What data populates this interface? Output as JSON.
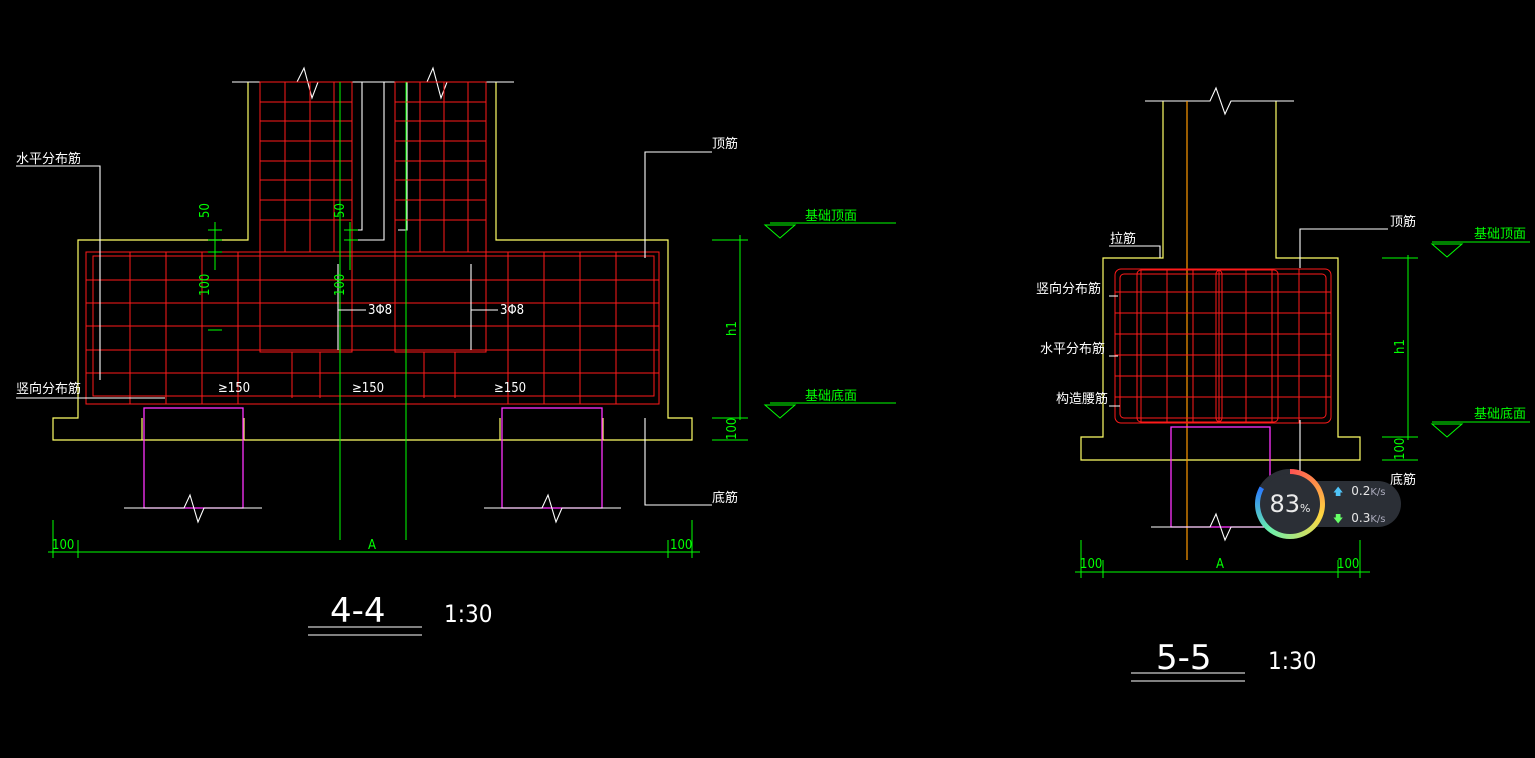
{
  "section_44": {
    "labels": {
      "horizontal_bar": "水平分布筋",
      "vertical_bar": "竖向分布筋",
      "top_bar": "顶筋",
      "bottom_bar": "底筋",
      "foundation_top": "基础顶面",
      "foundation_bottom": "基础底面"
    },
    "dims": {
      "d50_left": "50",
      "d50_mid": "50",
      "d100_left": "100",
      "d100_mid": "100",
      "bars_left": "3Φ8",
      "bars_right": "3Φ8",
      "ge150_left": "≥150",
      "ge150_mid": "≥150",
      "ge150_right": "≥150",
      "h1": "h1",
      "d100_right_vert": "100",
      "d100_bottom_left": "100",
      "span_A": "A",
      "d100_bottom_right": "100"
    },
    "title": "4-4",
    "scale": "1:30"
  },
  "section_55": {
    "labels": {
      "tie_bar": "拉筋",
      "vertical_bar": "竖向分布筋",
      "horizontal_bar": "水平分布筋",
      "structural_bar": "构造腰筋",
      "top_bar": "顶筋",
      "bottom_bar": "底筋",
      "foundation_top": "基础顶面",
      "foundation_bottom": "基础底面"
    },
    "dims": {
      "h1": "h1",
      "d100_right_vert": "100",
      "d100_bottom_left": "100",
      "span_A": "A",
      "d100_bottom_right": "100"
    },
    "title": "5-5",
    "scale": "1:30"
  },
  "net_monitor": {
    "percent": "83",
    "percent_sign": "%",
    "upload": "0.2",
    "download": "0.3",
    "unit": "K/s"
  }
}
